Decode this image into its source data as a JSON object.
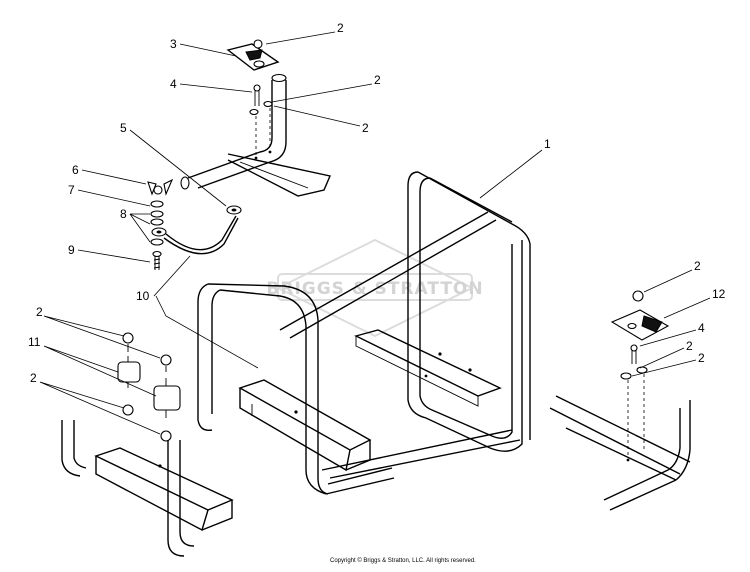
{
  "diagram": {
    "callouts": [
      "1",
      "2",
      "2",
      "2",
      "3",
      "4",
      "5",
      "6",
      "7",
      "8",
      "9",
      "10",
      "11",
      "2",
      "2",
      "2",
      "12",
      "4",
      "2",
      "2"
    ],
    "watermark": "BRIGGS & STRATTON",
    "copyright": "Copyright © Briggs & Stratton, LLC. All rights reserved."
  }
}
